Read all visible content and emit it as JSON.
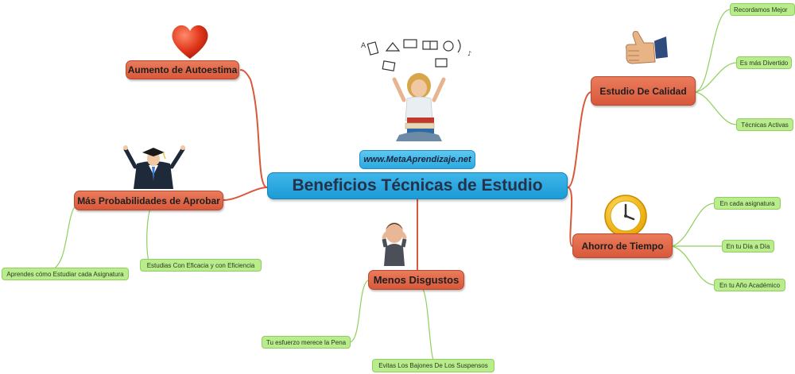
{
  "central": {
    "title": "Beneficios Técnicas de Estudio",
    "url": "www.MetaAprendizaje.net"
  },
  "branches": {
    "autoestima": {
      "label": "Aumento de Autoestima"
    },
    "probabilidades": {
      "label": "Más Probabilidades de Aprobar",
      "leaves": [
        "Aprendes cómo Estudiar cada Asignatura",
        "Estudias Con Eficacia y con Eficiencia"
      ]
    },
    "disgustos": {
      "label": "Menos Disgustos",
      "leaves": [
        "Tu esfuerzo merece la Pena",
        "Evitas Los Bajones De Los Suspensos"
      ]
    },
    "calidad": {
      "label": "Estudio De Calidad",
      "leaves": [
        "Recordamos Mejor",
        "Es más Divertido",
        "Técnicas Activas"
      ]
    },
    "ahorro": {
      "label": "Ahorro de Tiempo",
      "leaves": [
        "En cada asignatura",
        "En tu Día a Día",
        "En tu Año Académico"
      ]
    }
  },
  "colors": {
    "central": "#1c9bd6",
    "branch": "#d9583a",
    "branch_line": "#d9583a",
    "leaf": "#b8ec8c",
    "leaf_line": "#8fcf5e"
  },
  "icons": {
    "autoestima": "heart-icon",
    "probabilidades": "graduate-icon",
    "disgustos": "stressed-person-icon",
    "calidad": "thumbs-up-icon",
    "ahorro": "clock-icon",
    "central": "student-with-books-icon"
  }
}
